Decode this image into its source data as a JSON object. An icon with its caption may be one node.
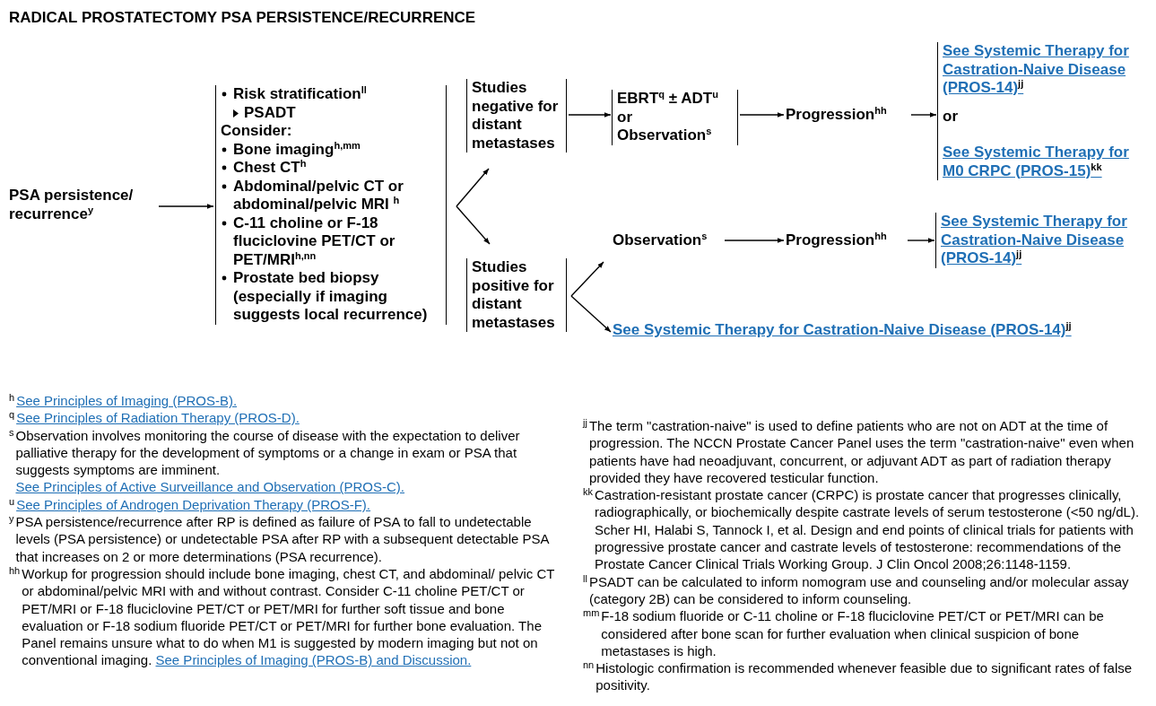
{
  "diagram": {
    "title": "RADICAL PROSTATECTOMY PSA PERSISTENCE/RECURRENCE",
    "nodes": [
      {
        "text": [
          "PSA persistence/ recurrence$^{y}$"
        ]
      },
      {
        "text": [
          "Risk stratification$^{ll}$",
          "PSADT",
          "Consider:",
          "Bone imaging$^{h,mm}$",
          "Chest CT$^{h}$",
          "Abdominal/pelvic CT or abdominal/pelvic MRI $^{h}$",
          "C-11 choline or F-18 fluciclovine PET/CT or PET/MRI$^{h,nn}$",
          "Prostate bed biopsy (especially if imaging suggests local recurrence)"
        ]
      },
      {
        "text": [
          "Studies negative for distant metastases"
        ]
      },
      {
        "text": [
          "Studies positive for distant metastases"
        ]
      },
      {
        "text": [
          "EBRT$^{q}$ ± ADT$^{u}$",
          "or",
          "Observation$^{s}$"
        ]
      },
      {
        "text": [
          "Progression$^{hh}$"
        ]
      },
      {
        "text": [
          "See Systemic Therapy for Castration-Naive Disease (PROS-14)$^{jj}$",
          "or",
          "See Systemic Therapy for M0 CRPC (PROS-15)$^{kk}$"
        ]
      },
      {
        "text": [
          "Observation$^{s}$"
        ]
      },
      {
        "text": [
          "Progression$^{hh}$"
        ]
      },
      {
        "text": [
          "See Systemic Therapy for Castration-Naive Disease (PROS-14)$^{jj}$"
        ]
      },
      {
        "text": [
          "See Systemic Therapy for Castration-Naive Disease (PROS-14)$^{jj}$"
        ]
      }
    ],
    "edges": [
      {
        "from": 0,
        "to": 1,
        "arrow": "to"
      },
      {
        "from": 1,
        "to": 2,
        "arrow": "to"
      },
      {
        "from": 1,
        "to": 3,
        "arrow": "to"
      },
      {
        "from": 2,
        "to": 4,
        "arrow": "to"
      },
      {
        "from": 4,
        "to": 5,
        "arrow": "to"
      },
      {
        "from": 5,
        "to": 6,
        "arrow": "to"
      },
      {
        "from": 3,
        "to": 7,
        "arrow": "to"
      },
      {
        "from": 3,
        "to": 10,
        "arrow": "to"
      },
      {
        "from": 7,
        "to": 8,
        "arrow": "to"
      },
      {
        "from": 8,
        "to": 9,
        "arrow": "to"
      }
    ],
    "labels": [
      "h",
      "See Principles of Imaging (PROS-B).",
      "q",
      "See Principles of Radiation Therapy (PROS-D).",
      "s",
      "Observation involves monitoring the course of disease with the expectation to deliver palliative therapy for the development of symptoms or a change in exam or PSA that suggests symptoms are imminent.",
      "See Principles of Active Surveillance and Observation (PROS-C).",
      "u",
      "See Principles of Androgen Deprivation Therapy (PROS-F).",
      "y",
      "PSA persistence/recurrence after RP is defined as failure of PSA to fall to undetectable levels (PSA persistence) or undetectable PSA after RP with a subsequent detectable PSA that increases on 2 or more determinations (PSA recurrence).",
      "hh",
      "Workup for progression should include bone imaging, chest CT, and abdominal/ pelvic CT or abdominal/pelvic MRI with and without contrast. Consider C-11 choline PET/CT or PET/MRI or F-18 fluciclovine PET/CT or PET/MRI for further soft tissue and bone evaluation or F-18 sodium fluoride PET/CT or PET/MRI for further bone evaluation. The Panel remains unsure what to do when M1 is suggested by modern imaging but not on conventional imaging.",
      "See Principles of Imaging (PROS-B) and Discussion.",
      "jj",
      "The term \"castration-naive\" is used to define patients who are not on ADT at the time of progression. The NCCN Prostate Cancer Panel uses the term \"castration-naive\" even when patients have had neoadjuvant, concurrent, or adjuvant ADT as part of radiation therapy provided they have recovered testicular function.",
      "kk",
      "Castration-resistant prostate cancer (CRPC) is prostate cancer that progresses clinically, radiographically, or biochemically despite castrate levels of serum testosterone (<50 ng/dL). Scher HI, Halabi S, Tannock I, et al. Design and end points of clinical trials for patients with progressive prostate cancer and castrate levels of testosterone: recommendations of the Prostate Cancer Clinical Trials Working Group. J Clin Oncol 2008;26:1148-1159.",
      "ll",
      "PSADT can be calculated to inform nomogram use and counseling and/or molecular assay (category 2B) can be considered to inform counseling.",
      "mm",
      "F-18 sodium fluoride or C-11 choline or F-18 fluciclovine PET/CT or PET/MRI can be considered after bone scan for further evaluation when clinical suspicion of bone metastases is high.",
      "nn",
      "Histologic confirmation is recommended whenever feasible due to significant rates of false positivity."
    ]
  }
}
